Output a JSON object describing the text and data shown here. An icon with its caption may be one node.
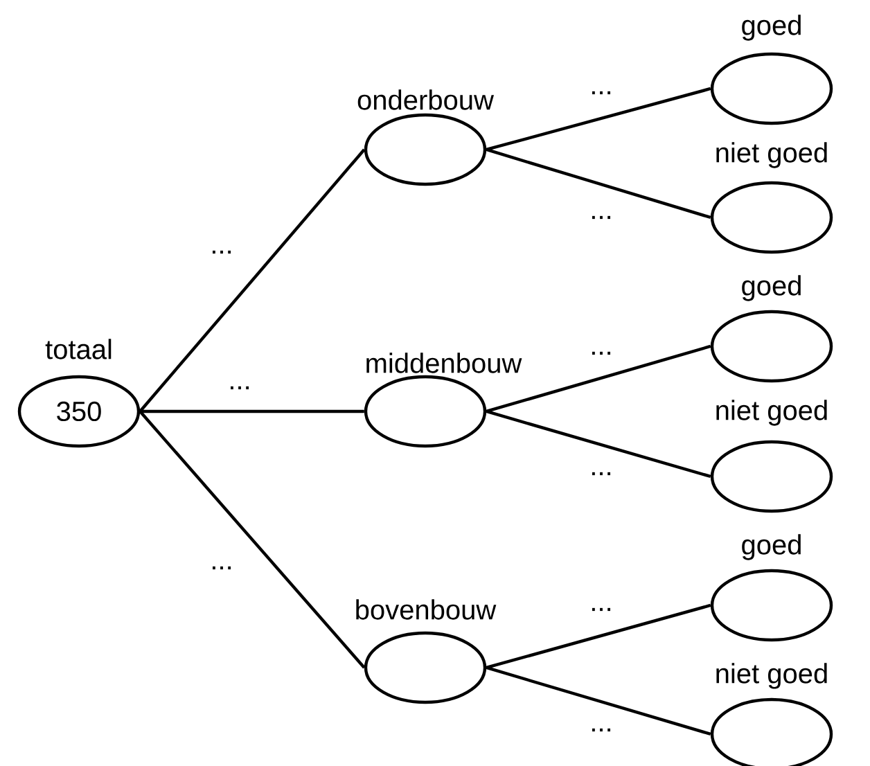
{
  "diagram": {
    "nodes": [
      {
        "text": [
          "totaal",
          "350"
        ]
      },
      {
        "text": [
          "onderbouw"
        ]
      },
      {
        "text": [
          "middenbouw"
        ]
      },
      {
        "text": [
          "bovenbouw"
        ]
      },
      {
        "text": [
          "goed"
        ]
      },
      {
        "text": [
          "niet goed"
        ]
      },
      {
        "text": [
          "goed"
        ]
      },
      {
        "text": [
          "niet goed"
        ]
      },
      {
        "text": [
          "goed"
        ]
      },
      {
        "text": [
          "niet goed"
        ]
      }
    ],
    "edges": [
      {
        "from": 0,
        "to": 1,
        "arrow": "none",
        "label": "..."
      },
      {
        "from": 0,
        "to": 2,
        "arrow": "none",
        "label": "..."
      },
      {
        "from": 0,
        "to": 3,
        "arrow": "none",
        "label": "..."
      },
      {
        "from": 1,
        "to": 4,
        "arrow": "none",
        "label": "..."
      },
      {
        "from": 1,
        "to": 5,
        "arrow": "none",
        "label": "..."
      },
      {
        "from": 2,
        "to": 6,
        "arrow": "none",
        "label": "..."
      },
      {
        "from": 2,
        "to": 7,
        "arrow": "none",
        "label": "..."
      },
      {
        "from": 3,
        "to": 8,
        "arrow": "none",
        "label": "..."
      },
      {
        "from": 3,
        "to": 9,
        "arrow": "none",
        "label": "..."
      }
    ]
  }
}
